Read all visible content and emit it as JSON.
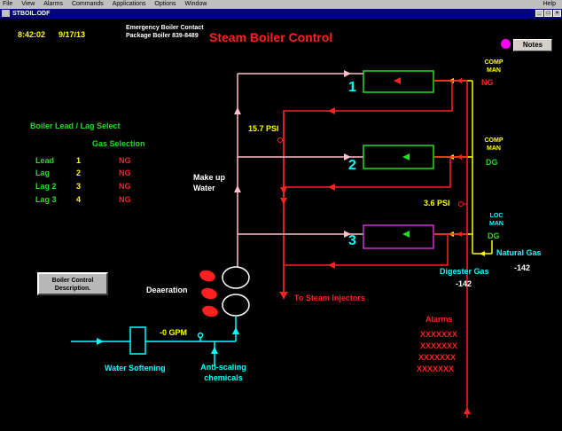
{
  "menu": [
    "File",
    "View",
    "Alarms",
    "Commands",
    "Applications",
    "Options",
    "Window"
  ],
  "menu_help": "Help",
  "window": {
    "title": "STBOIL.ODF"
  },
  "header": {
    "time": "8:42:02",
    "date": "9/17/13",
    "contact_line1": "Emergency Boiler Contact",
    "contact_line2": "Package Boiler  839-8489",
    "title": "Steam Boiler Control",
    "notes_button": "Notes"
  },
  "select": {
    "heading": "Boiler  Lead / Lag Select",
    "gas_heading": "Gas Selection",
    "rows": [
      {
        "label": "Lead",
        "num": "1",
        "gas": "NG"
      },
      {
        "label": "Lag",
        "num": "2",
        "gas": "NG"
      },
      {
        "label": "Lag 2",
        "num": "3",
        "gas": "NG"
      },
      {
        "label": "Lag 3",
        "num": "4",
        "gas": "NG"
      }
    ]
  },
  "boilers": [
    {
      "num": "1",
      "mode": "COMP MAN",
      "gas": "NG"
    },
    {
      "num": "2",
      "mode": "COMP MAN",
      "gas": "DG"
    },
    {
      "num": "3",
      "mode": "LOC MAN",
      "gas": "DG"
    }
  ],
  "psi_high": "15.7 PSI",
  "psi_low": "3.6 PSI",
  "natural_gas": {
    "label": "Natural Gas",
    "value": "-142"
  },
  "digester_gas": {
    "label": "Digester Gas",
    "value": "-142"
  },
  "makeup": "Make up Water",
  "deaeration": "Deaeration",
  "gpm": "-0 GPM",
  "water_softening": "Water Softening",
  "anti_scaling": "Anti-scaling chemicals",
  "steam_injectors": "To Steam Injectors",
  "description_button": "Boiler Control Description.",
  "alarms": {
    "heading": "Alarms",
    "items": [
      "XXXXXXX",
      "XXXXXXX",
      "XXXXXXX",
      "XXXXXXX"
    ]
  },
  "colors": {
    "pink": "#ffc0cb",
    "red": "#ff2020",
    "yellow": "#ffff00",
    "green": "#22dd22",
    "cyan": "#00ffff",
    "magenta": "#cc33cc"
  }
}
